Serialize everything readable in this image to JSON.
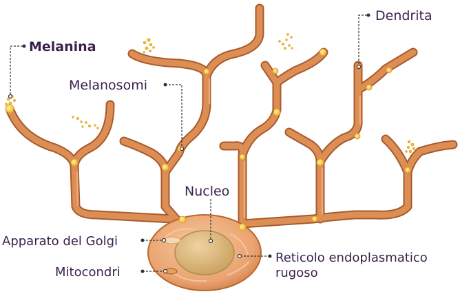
{
  "labels": {
    "melanina": "Melanina",
    "melanosomi": "Melanosomi",
    "dendrita": "Dendrita",
    "nucleo": "Nucleo",
    "golgi": "Apparato del Golgi",
    "mitocondri": "Mitocondri",
    "reticolo_line1": "Reticolo endoplasmatico",
    "reticolo_line2": "rugoso"
  },
  "colors": {
    "dendrite_fill": "#d98950",
    "dendrite_edge": "#a85a2c",
    "cell_body": "#eaa874",
    "nucleus": "#d9b277",
    "granule": "#f4c03c",
    "label_text": "#3a1f4a",
    "leader_line": "#333333"
  }
}
